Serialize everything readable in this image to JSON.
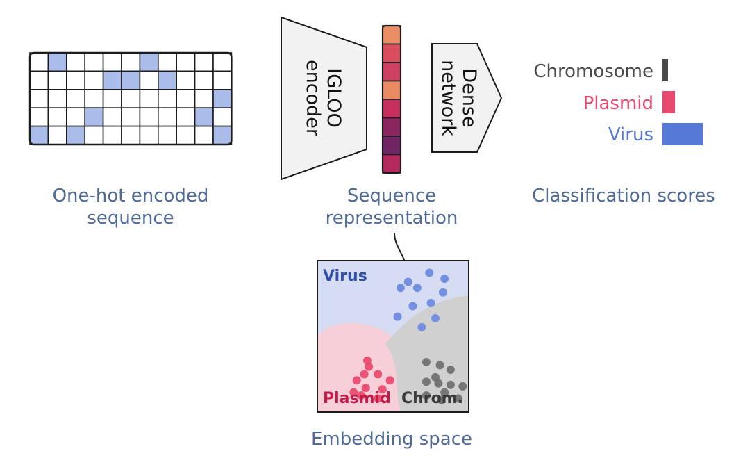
{
  "colors": {
    "grid_on": "#a9bcea",
    "grid_off": "#ffffff",
    "chromosome": "#4a4a4a",
    "plasmid": "#e8496e",
    "virus": "#5679d6",
    "virus_label": "#2f4fa8",
    "plasmid_label": "#c21a49",
    "chrom_label": "#3a3a3a",
    "caption": "#4f6a96"
  },
  "one_hot": {
    "caption_lines": [
      "One-hot encoded",
      "sequence"
    ],
    "rows": [
      [
        0,
        1,
        0,
        0,
        0,
        0,
        1,
        0,
        0,
        0,
        0
      ],
      [
        0,
        0,
        0,
        0,
        1,
        1,
        0,
        1,
        0,
        0,
        0
      ],
      [
        0,
        0,
        0,
        0,
        0,
        0,
        0,
        0,
        0,
        0,
        1
      ],
      [
        0,
        0,
        0,
        1,
        0,
        0,
        0,
        0,
        0,
        1,
        0
      ],
      [
        1,
        0,
        1,
        0,
        0,
        0,
        0,
        0,
        0,
        0,
        1
      ]
    ]
  },
  "encoder": {
    "label_lines": [
      "IGLOO",
      "encoder"
    ]
  },
  "representation": {
    "caption_lines": [
      "Sequence",
      "representation"
    ],
    "cell_colors": [
      "#e98f63",
      "#d94d5f",
      "#cf4061",
      "#ea8a62",
      "#c7305e",
      "#8a2560",
      "#6f2463",
      "#b42a5e"
    ]
  },
  "dense": {
    "label_lines": [
      "Dense",
      "network"
    ]
  },
  "scores": {
    "caption": "Classification scores",
    "items": [
      {
        "label": "Chromosome",
        "value": 0.07,
        "color": "#4a4a4a",
        "label_color": "#4a4a4a"
      },
      {
        "label": "Plasmid",
        "value": 0.22,
        "color": "#e8496e",
        "label_color": "#e8496e"
      },
      {
        "label": "Virus",
        "value": 0.71,
        "color": "#5679d6",
        "label_color": "#5679d6"
      }
    ]
  },
  "embedding": {
    "caption": "Embedding space",
    "regions": {
      "virus": {
        "label": "Virus",
        "fill": "#d6dcf2"
      },
      "plasmid": {
        "label": "Plasmid",
        "fill": "#f7cfd8"
      },
      "chrom": {
        "label": "Chrom.",
        "fill": "#d0d0d0"
      }
    },
    "point_sets": [
      {
        "class": "virus",
        "color": "#6b8ae0",
        "points": [
          [
            0.69,
            0.56
          ],
          [
            0.78,
            0.62
          ],
          [
            0.75,
            0.72
          ],
          [
            0.63,
            0.7
          ],
          [
            0.53,
            0.63
          ],
          [
            0.55,
            0.82
          ],
          [
            0.66,
            0.82
          ],
          [
            0.74,
            0.92
          ],
          [
            0.83,
            0.79
          ],
          [
            0.84,
            0.88
          ],
          [
            0.6,
            0.86
          ]
        ]
      },
      {
        "class": "plasmid",
        "color": "#e8496e",
        "points": [
          [
            0.31,
            0.25
          ],
          [
            0.26,
            0.21
          ],
          [
            0.4,
            0.25
          ],
          [
            0.48,
            0.21
          ],
          [
            0.32,
            0.16
          ],
          [
            0.43,
            0.15
          ],
          [
            0.24,
            0.13
          ],
          [
            0.29,
            0.11
          ],
          [
            0.4,
            0.09
          ],
          [
            0.33,
            0.34
          ],
          [
            0.34,
            0.3
          ]
        ]
      },
      {
        "class": "chrom",
        "color": "#6e6e6e",
        "points": [
          [
            0.72,
            0.33
          ],
          [
            0.81,
            0.31
          ],
          [
            0.88,
            0.28
          ],
          [
            0.78,
            0.23
          ],
          [
            0.72,
            0.2
          ],
          [
            0.8,
            0.19
          ],
          [
            0.88,
            0.18
          ],
          [
            0.96,
            0.17
          ],
          [
            0.72,
            0.11
          ],
          [
            0.84,
            0.13
          ],
          [
            0.82,
            0.08
          ],
          [
            0.93,
            0.09
          ]
        ]
      }
    ]
  }
}
